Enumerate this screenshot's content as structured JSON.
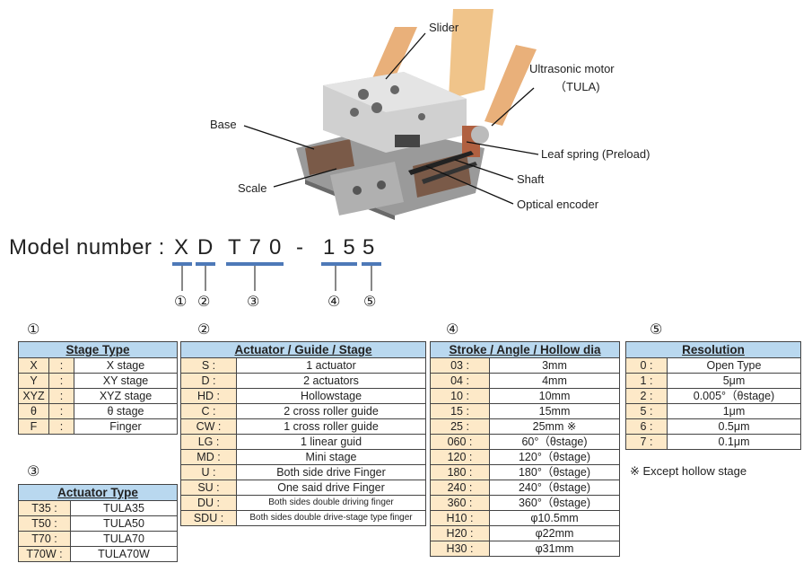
{
  "callouts": {
    "slider": "Slider",
    "ultrasonic_motor": "Ultrasonic motor",
    "tula": "（TULA)",
    "base": "Base",
    "leaf_spring": "Leaf spring (Preload)",
    "shaft": "Shaft",
    "scale": "Scale",
    "optical_encoder": "Optical encoder"
  },
  "model_number": {
    "label": "Model number :",
    "chars": [
      "X",
      "D",
      "T70",
      "-",
      "15",
      "5"
    ]
  },
  "field_numbers": [
    "①",
    "②",
    "③",
    "④",
    "⑤"
  ],
  "tables": {
    "stage_type": {
      "number": "①",
      "header": "Stage Type",
      "rows": [
        {
          "code": "X",
          "sep": ":",
          "value": "X stage"
        },
        {
          "code": "Y",
          "sep": ":",
          "value": "XY stage"
        },
        {
          "code": "XYZ",
          "sep": ":",
          "value": "XYZ stage"
        },
        {
          "code": "θ",
          "sep": ":",
          "value": "θ stage"
        },
        {
          "code": "F",
          "sep": ":",
          "value": "Finger"
        }
      ]
    },
    "actuator_guide_stage": {
      "number": "②",
      "header": "Actuator / Guide / Stage",
      "rows": [
        {
          "code": "S :",
          "value": "1 actuator"
        },
        {
          "code": "D :",
          "value": "2 actuators"
        },
        {
          "code": "HD :",
          "value": "Hollowstage"
        },
        {
          "code": "C :",
          "value": "2 cross roller guide"
        },
        {
          "code": "CW :",
          "value": "1 cross roller guide"
        },
        {
          "code": "LG :",
          "value": "1 linear guid"
        },
        {
          "code": "MD :",
          "value": "Mini stage"
        },
        {
          "code": "U :",
          "value": "Both side drive Finger"
        },
        {
          "code": "SU :",
          "value": "One said drive Finger"
        },
        {
          "code": "DU :",
          "value": "Both sides double driving finger"
        },
        {
          "code": "SDU :",
          "value": "Both sides double drive-stage type finger"
        }
      ]
    },
    "actuator_type": {
      "number": "③",
      "header": "Actuator Type",
      "rows": [
        {
          "code": "T35 :",
          "value": "TULA35"
        },
        {
          "code": "T50 :",
          "value": "TULA50"
        },
        {
          "code": "T70 :",
          "value": "TULA70"
        },
        {
          "code": "T70W :",
          "value": "TULA70W"
        }
      ]
    },
    "stroke": {
      "number": "④",
      "header": "Stroke / Angle / Hollow dia",
      "rows": [
        {
          "code": "03 :",
          "value": "3mm"
        },
        {
          "code": "04 :",
          "value": "4mm"
        },
        {
          "code": "10 :",
          "value": "10mm"
        },
        {
          "code": "15 :",
          "value": "15mm"
        },
        {
          "code": "25 :",
          "value": "25mm ※"
        },
        {
          "code": "060 :",
          "value": "60°（θstage)"
        },
        {
          "code": "120 :",
          "value": "120°（θstage)"
        },
        {
          "code": "180 :",
          "value": "180°（θstage)"
        },
        {
          "code": "240 :",
          "value": "240°（θstage)"
        },
        {
          "code": "360 :",
          "value": "360°（θstage)"
        },
        {
          "code": "H10 :",
          "value": "φ10.5mm"
        },
        {
          "code": "H20 :",
          "value": "φ22mm"
        },
        {
          "code": "H30 :",
          "value": "φ31mm"
        }
      ]
    },
    "resolution": {
      "number": "⑤",
      "header": "Resolution",
      "rows": [
        {
          "code": "0 :",
          "value": "Open Type"
        },
        {
          "code": "1 :",
          "value": "5μm"
        },
        {
          "code": "2 :",
          "value": "0.005°（θstage)"
        },
        {
          "code": "5 :",
          "value": "1μm"
        },
        {
          "code": "6 :",
          "value": "0.5μm"
        },
        {
          "code": "7 :",
          "value": "0.1μm"
        }
      ]
    }
  },
  "note": "※ Except hollow stage",
  "colors": {
    "header_bg": "#b9d8ef",
    "code_bg": "#fde9c8",
    "underline": "#4e79b8"
  }
}
